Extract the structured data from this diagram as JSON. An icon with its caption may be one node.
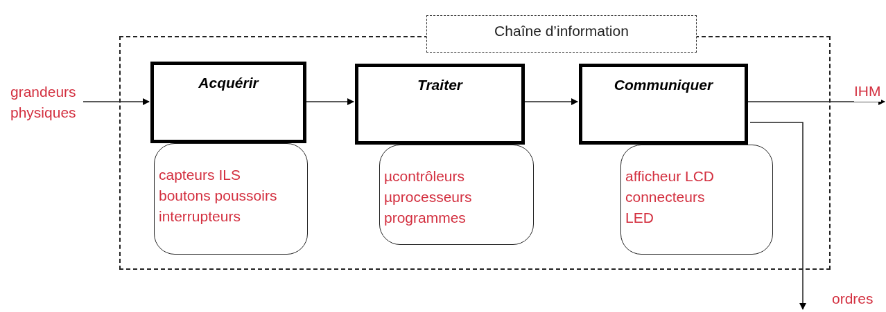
{
  "diagram": {
    "nodes": [
      {
        "text": [
          "Chaîne d’information"
        ]
      },
      {
        "text": [
          "grandeurs physiques"
        ]
      },
      {
        "text": [
          "Acquérir"
        ],
        "in": 0
      },
      {
        "text": [
          "capteurs ILS",
          "boutons poussoirs",
          "interrupteurs"
        ],
        "in": 0
      },
      {
        "text": [
          "Traiter"
        ],
        "in": 0
      },
      {
        "text": [
          "µcontrôleurs",
          "µprocesseurs",
          "programmes"
        ],
        "in": 0
      },
      {
        "text": [
          "Communiquer"
        ],
        "in": 0
      },
      {
        "text": [
          "afficheur LCD",
          "connecteurs",
          "LED"
        ],
        "in": 0
      }
    ],
    "edges": [
      {
        "from": 1,
        "to": 2,
        "arrow": "to"
      },
      {
        "from": 2,
        "to": 4,
        "arrow": "to"
      },
      {
        "from": 4,
        "to": 6,
        "arrow": "to"
      },
      {
        "from": 6,
        "to": null,
        "arrow": "to",
        "label": "IHM"
      },
      {
        "from": 6,
        "to": null,
        "arrow": "to",
        "label": "ordres"
      }
    ]
  }
}
